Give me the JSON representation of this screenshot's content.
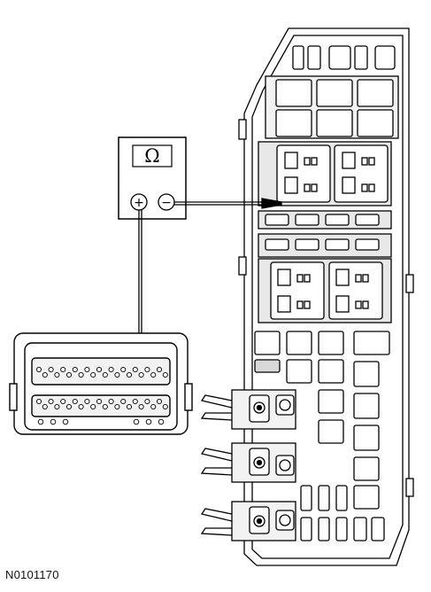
{
  "figure": {
    "id_label": "N0101170"
  },
  "meter": {
    "symbol": "Ω",
    "positive_symbol": "+",
    "negative_symbol": "−"
  },
  "connector": {
    "pin_rows": 2,
    "pins_per_row": 22,
    "lower_small_holes": 6
  },
  "fuse_box": {
    "fuses": 18,
    "relays": 8,
    "ground_studs": 3
  },
  "colors": {
    "line": "#000000",
    "background": "#ffffff",
    "shade": "#d9d9d9"
  }
}
